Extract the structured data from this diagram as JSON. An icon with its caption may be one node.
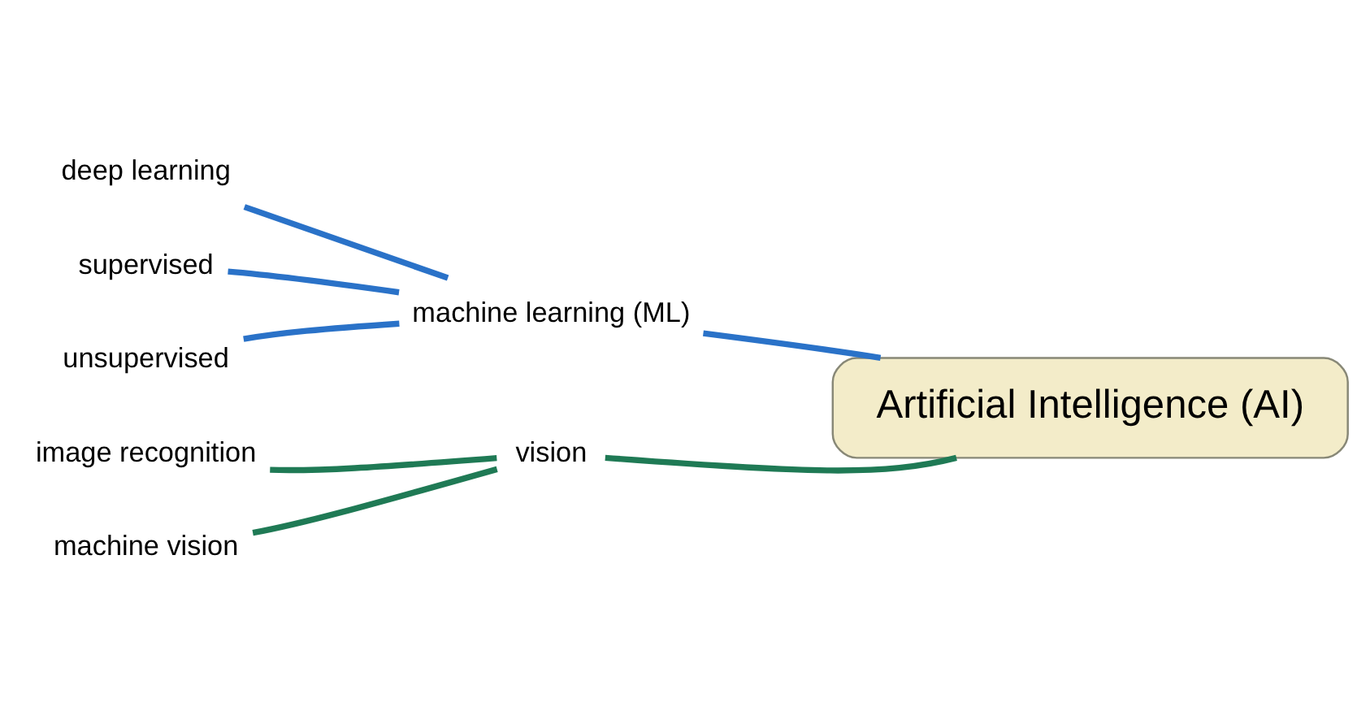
{
  "diagram": {
    "nodes": [
      {
        "text": [
          "Artificial Intelligence (AI)"
        ]
      },
      {
        "text": [
          "machine learning (ML)"
        ]
      },
      {
        "text": [
          "deep learning"
        ]
      },
      {
        "text": [
          "supervised"
        ]
      },
      {
        "text": [
          "unsupervised"
        ]
      },
      {
        "text": [
          "vision"
        ]
      },
      {
        "text": [
          "image recognition"
        ]
      },
      {
        "text": [
          "machine vision"
        ]
      }
    ],
    "edges": [
      {
        "from": 0,
        "to": 1,
        "arrow": "none"
      },
      {
        "from": 1,
        "to": 2,
        "arrow": "none"
      },
      {
        "from": 1,
        "to": 3,
        "arrow": "none"
      },
      {
        "from": 1,
        "to": 4,
        "arrow": "none"
      },
      {
        "from": 0,
        "to": 5,
        "arrow": "none",
        "color": "#1f7a55"
      },
      {
        "from": 5,
        "to": 6,
        "arrow": "none",
        "color": "#1f7a55"
      },
      {
        "from": 5,
        "to": 7,
        "arrow": "none",
        "color": "#1f7a55"
      }
    ]
  }
}
